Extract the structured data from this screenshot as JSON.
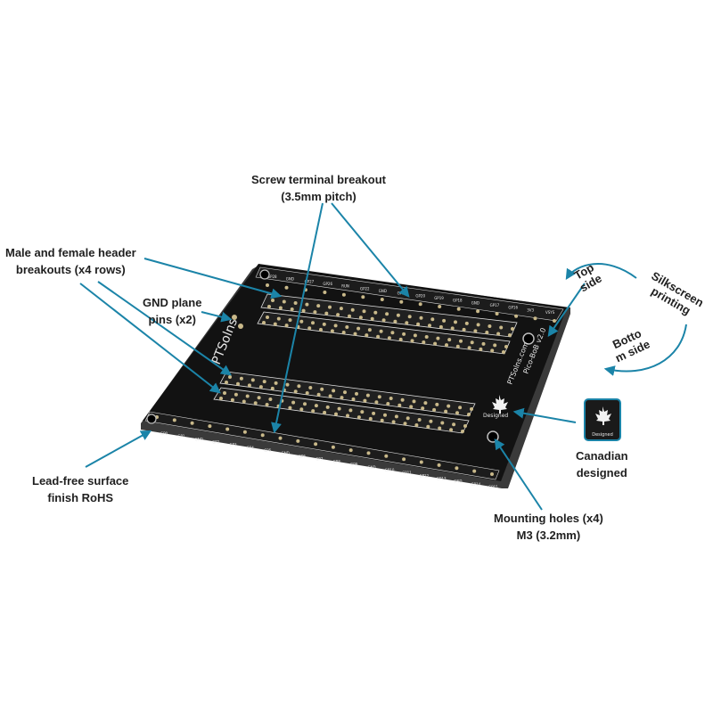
{
  "callouts": {
    "screw_terminal": [
      "Screw terminal breakout",
      "(3.5mm pitch)"
    ],
    "header_breakouts": [
      "Male and female header",
      "breakouts (x4 rows)"
    ],
    "gnd_plane": [
      "GND plane",
      "pins (x2)"
    ],
    "lead_free": [
      "Lead-free surface",
      "finish RoHS"
    ],
    "mounting_holes": [
      "Mounting holes (x4)",
      "M3 (3.2mm)"
    ],
    "canadian": [
      "Canadian",
      "designed"
    ],
    "top_side": [
      "Top",
      "side"
    ],
    "silkscreen": [
      "Silkscreen",
      "printing"
    ],
    "bottom_side": [
      "Botto",
      "m side"
    ]
  },
  "board": {
    "brand": "PTSolns",
    "model": "Pico-BoB v2.0",
    "website": "PTSolns.com",
    "badge_text": "Designed",
    "top_pin_labels": [
      "GP28",
      "GND",
      "GP27",
      "GP26",
      "RUN",
      "GP22",
      "GND",
      "GP21",
      "GP20",
      "GP19",
      "GP18",
      "GND",
      "GP17",
      "GP16",
      "3V3",
      "VSYS"
    ],
    "bottom_pin_labels": [
      "GP0",
      "GP1",
      "GND",
      "GP2",
      "GP3",
      "GP4",
      "GP5",
      "GND",
      "GP6",
      "GP7",
      "GP8",
      "GP9",
      "GND",
      "GP10",
      "GP11",
      "GP12",
      "GP13",
      "GND",
      "GP14",
      "GP15"
    ]
  },
  "colors": {
    "board": "#121212",
    "silkscreen": "#e8e8e8",
    "pad": "#c9b98a",
    "leader_line": "#1b84a8",
    "text": "#1f1f1f"
  }
}
